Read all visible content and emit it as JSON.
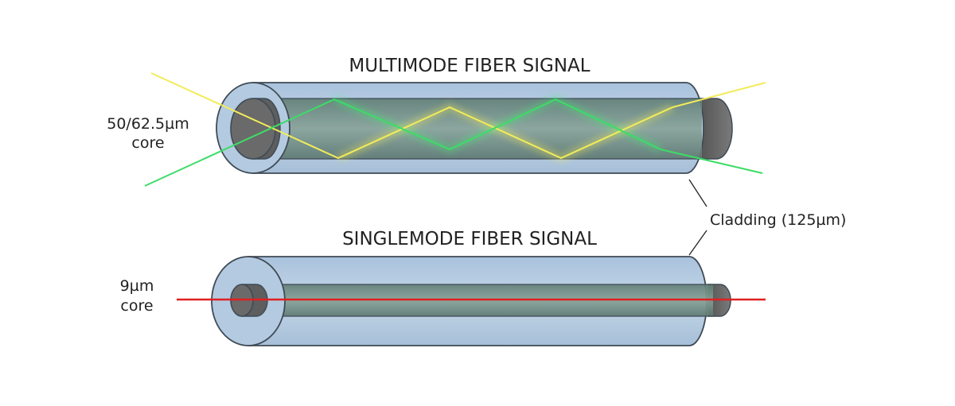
{
  "multimode": {
    "title": "MULTIMODE FIBER SIGNAL",
    "core_label_line1": "50/62.5µm",
    "core_label_line2": "core",
    "ray_colors": [
      "#f2ec5a",
      "#3ddc66"
    ]
  },
  "singlemode": {
    "title": "SINGLEMODE FIBER SIGNAL",
    "core_label_line1": "9µm",
    "core_label_line2": "core",
    "ray_color": "#e02020"
  },
  "cladding_label": "Cladding (125µm)",
  "colors": {
    "cladding_fill": "#b7cde2",
    "cladding_stroke": "#3f4a55",
    "core_fill": "#6f8a80",
    "core_end_fill": "#6b6b6b"
  }
}
